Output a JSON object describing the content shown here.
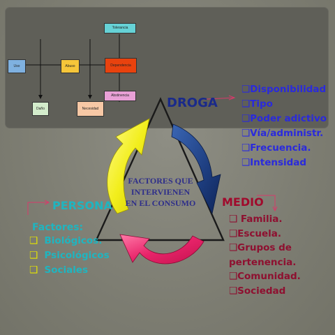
{
  "flow": {
    "tolerancia": "Tolerancia",
    "uso": "Uso",
    "abuso": "Abuso",
    "dependencia": "Dependencia",
    "abstinencia": "Abstinencia",
    "dano": "Daño",
    "necesidad": "Necesidad"
  },
  "center": {
    "line1": "FACTORES QUE",
    "line2": "INTERVIENEN",
    "line3": "EN EL CONSUMO"
  },
  "droga": {
    "title": "DROGA",
    "items": [
      "Disponibilidad",
      "Tipo",
      "Poder adictivo",
      "Vía/administr.",
      "Frecuencia.",
      "Intensidad"
    ]
  },
  "persona": {
    "title": "PERSONA",
    "subtitle": "Factores:",
    "items": [
      "Biológicos.",
      "Psicológicos",
      "Sociales"
    ]
  },
  "medio": {
    "title": "MEDIO",
    "items": [
      "Familia.",
      "Escuela.",
      "Grupos de",
      "pertenencia.",
      "Comunidad.",
      "Sociedad"
    ]
  },
  "colors": {
    "tolerancia": "#66d2d6",
    "uso": "#7fb1e0",
    "abuso": "#f6c63a",
    "dependencia": "#e8420e",
    "abstinencia": "#e8a0d6",
    "dano": "#d3eccb",
    "necesidad": "#f7c8a5",
    "droga_title": "#1a2a8a",
    "droga_items": "#2a2adc",
    "persona": "#1fb5c0",
    "persona_bullets": "#e6e600",
    "medio_title": "#a00a2c",
    "medio_items": "#8e1030",
    "center_text": "#2e2e8a",
    "arrow_yellow": "#f2ee1c",
    "arrow_blue": "#1e3e80",
    "arrow_pink": "#e8246a"
  }
}
